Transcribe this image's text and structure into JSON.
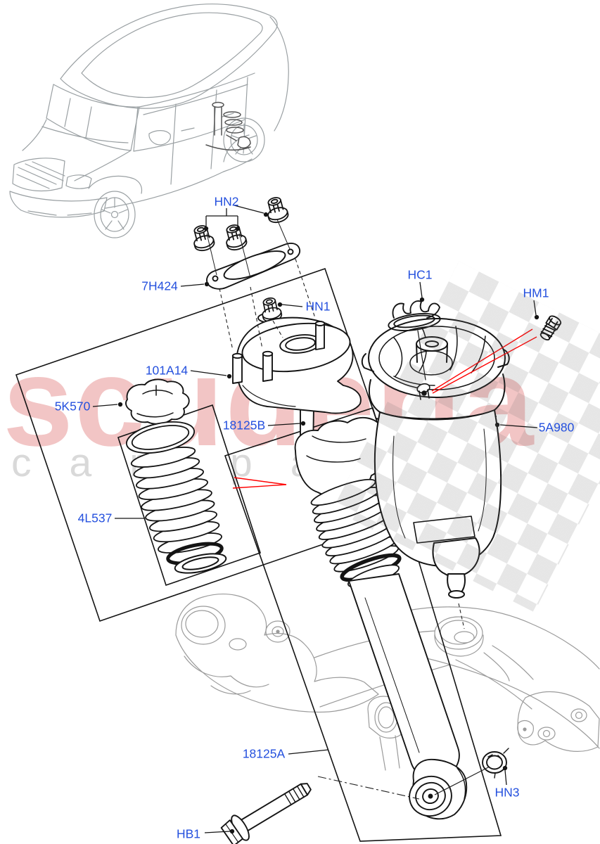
{
  "watermark": {
    "brand": "scuderia",
    "tagline": "car parts",
    "brand_color": "#e58c8c",
    "tagline_color": "#d9d9d9"
  },
  "colors": {
    "label_blue": "#2450de",
    "line_black": "#141414",
    "line_gray": "#9b9b9b",
    "accent_red": "#ff0000",
    "checker_gray": "#e0e0e0",
    "background": "#ffffff"
  },
  "callouts": [
    {
      "code": "HN2"
    },
    {
      "code": "7H424"
    },
    {
      "code": "HN1"
    },
    {
      "code": "101A14"
    },
    {
      "code": "5K570"
    },
    {
      "code": "18125B"
    },
    {
      "code": "4L537"
    },
    {
      "code": "HC1"
    },
    {
      "code": "HM1"
    },
    {
      "code": "5A980"
    },
    {
      "code": "18125A"
    },
    {
      "code": "HB1"
    },
    {
      "code": "HN3"
    }
  ]
}
